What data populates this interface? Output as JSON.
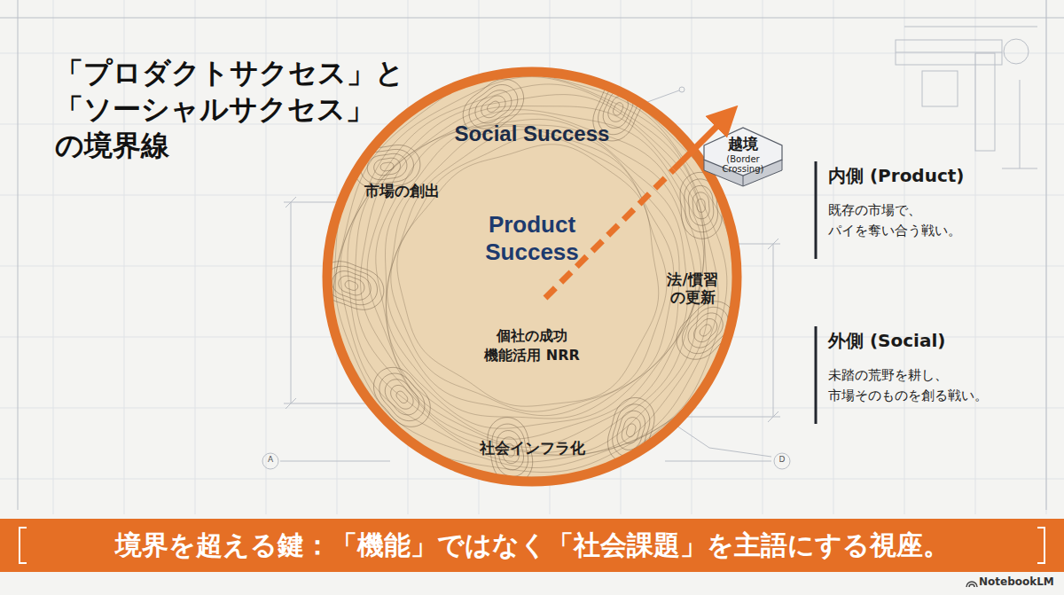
{
  "diagram": {
    "title": "「プロダクトサクセス」と 「ソーシャルサクセス」 の境界線",
    "caption": "境界を超える鍵：「機能」ではなく「社会課題」を主語にする視座。",
    "nodes": [
      {
        "text": [
          "Social Success",
          "市場の創出",
          "法/慣習 の更新",
          "社会インフラ化"
        ]
      },
      {
        "text": [
          "Product Success",
          "個社の成功 機能活用 NRR"
        ],
        "in": 0
      },
      {
        "text": [
          "越境",
          "(Border Crossing)"
        ]
      },
      {
        "text": [
          "内側 (Product)",
          "既存の市場で、 パイを奪い合う戦い。"
        ]
      },
      {
        "text": [
          "外側 (Social)",
          "未踏の荒野を耕し、 市場そのものを創る戦い。"
        ]
      }
    ],
    "labels": [
      "A",
      "D",
      "NotebookLM"
    ]
  }
}
